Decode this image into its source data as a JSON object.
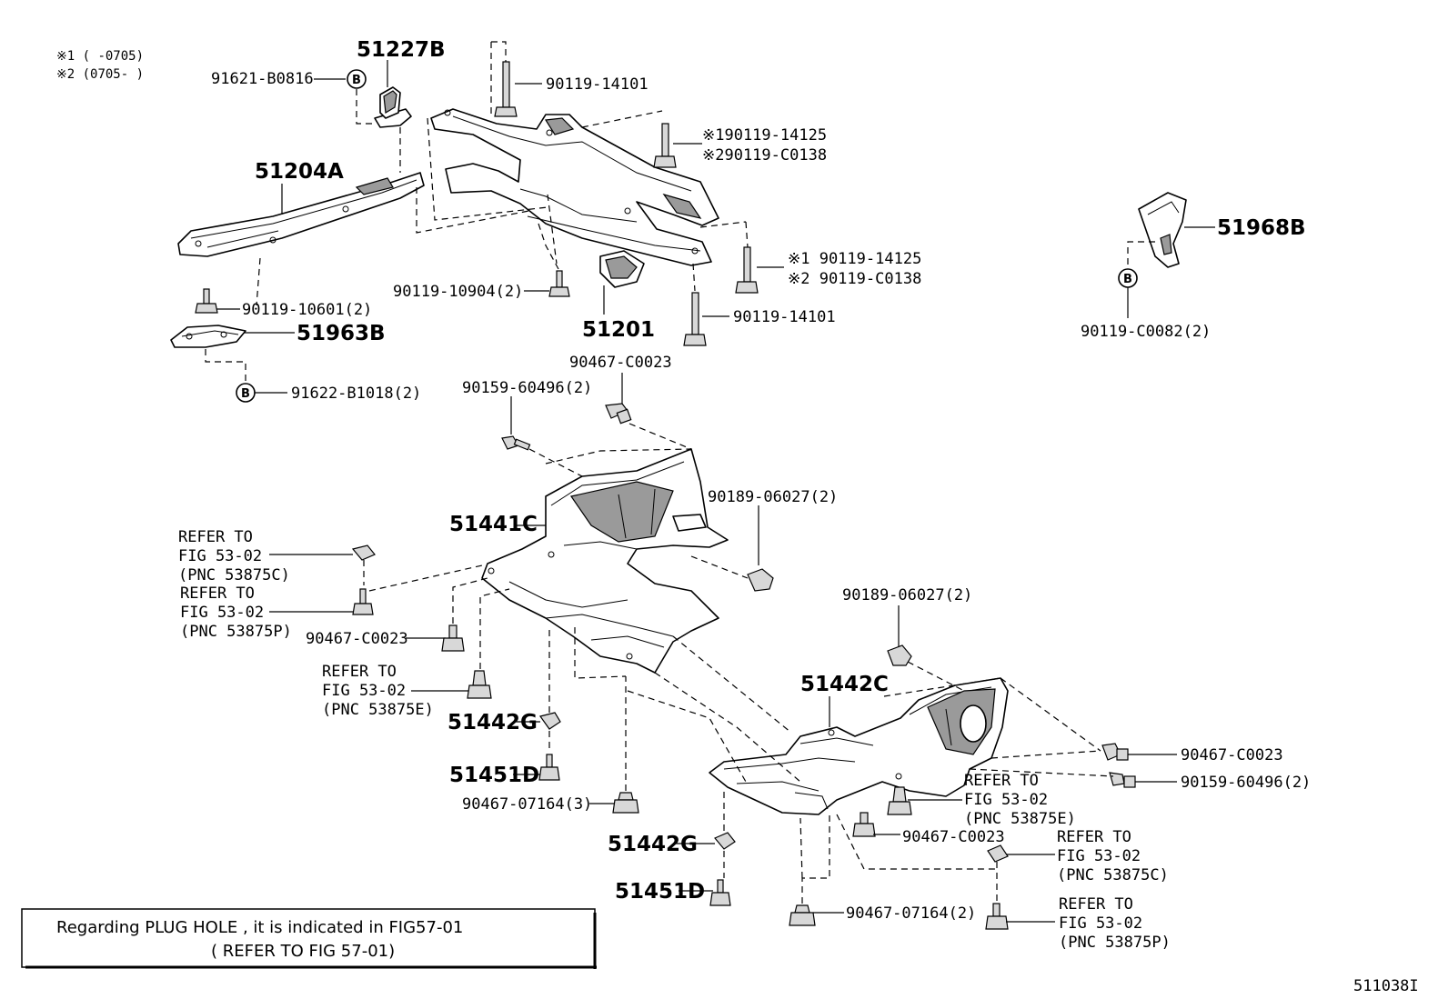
{
  "notes": {
    "n1": "※1 (     -0705)",
    "n2": "※2 (0705-     )"
  },
  "circle_mark": "B",
  "labels": {
    "p51227B": "51227B",
    "p91621": "91621-B0816",
    "p90119_14101_top": "90119-14101",
    "p_x1_14125_a": "※190119-14125",
    "p_x2_c0138_a": "※290119-C0138",
    "p51204A": "51204A",
    "p_x1_14125_b": "※1 90119-14125",
    "p_x2_c0138_b": "※2 90119-C0138",
    "p51968B": "51968B",
    "p90119_10904": "90119-10904(2)",
    "p51201": "51201",
    "p90119_14101_bot": "90119-14101",
    "p90119_10601": "90119-10601(2)",
    "p51963B": "51963B",
    "p90119_C0082": "90119-C0082(2)",
    "p91622": "91622-B1018(2)",
    "p90467_C0023_top": "90467-C0023",
    "p90159_60496_top": "90159-60496(2)",
    "p90189_06027_a": "90189-06027(2)",
    "p51441C": "51441C",
    "p90189_06027_b": "90189-06027(2)",
    "p90467_C0023_left": "90467-C0023",
    "p51442C": "51442C",
    "p51442G_a": "51442G",
    "p51451D_a": "51451D",
    "p90467_07164_a": "90467-07164(3)",
    "p90467_C0023_right": "90467-C0023",
    "p90159_60496_right": "90159-60496(2)",
    "p90467_C0023_mid": "90467-C0023",
    "p51442G_b": "51442G",
    "p51451D_b": "51451D",
    "p90467_07164_b": "90467-07164(2)",
    "figure_id": "511038I"
  },
  "refers": {
    "r1": [
      "REFER TO",
      "FIG 53-02",
      "(PNC 53875C)"
    ],
    "r2": [
      "REFER TO",
      "FIG 53-02",
      "(PNC 53875P)"
    ],
    "r3": [
      "REFER TO",
      "FIG 53-02",
      "(PNC 53875E)"
    ],
    "r4": [
      "REFER TO",
      "FIG 53-02",
      "(PNC 53875E)"
    ],
    "r5": [
      "REFER TO",
      "FIG 53-02",
      "(PNC 53875C)"
    ],
    "r6": [
      "REFER TO",
      "FIG 53-02",
      "(PNC 53875P)"
    ]
  },
  "footnote_box": {
    "line1": "Regarding PLUG HOLE , it is indicated in FIG57-01",
    "line2": "( REFER TO FIG 57-01)"
  }
}
